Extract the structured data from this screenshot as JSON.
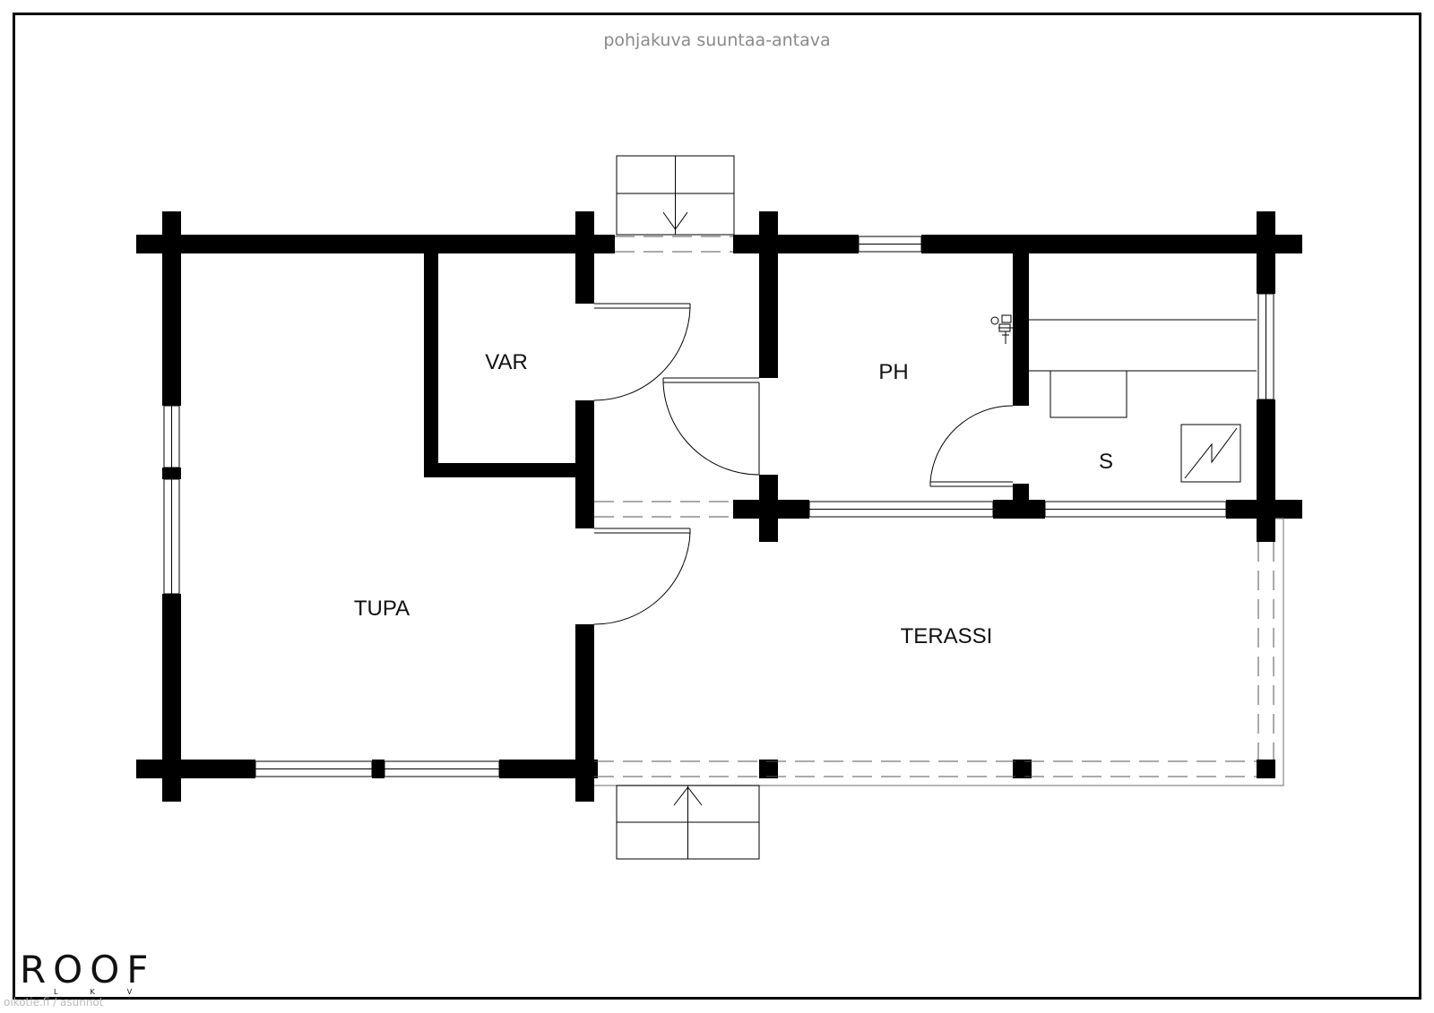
{
  "caption": "pohjakuva suuntaa-antava",
  "rooms": {
    "var": "VAR",
    "ph": "PH",
    "s": "S",
    "tupa": "TUPA",
    "terassi": "TERASSI"
  },
  "logo": {
    "name": "ROOF",
    "sub": "LKV"
  },
  "watermark": "oikotie.fi / asunnot"
}
